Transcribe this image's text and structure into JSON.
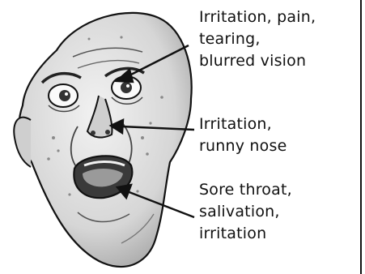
{
  "diagram": {
    "labels": {
      "eyes": {
        "line1": "Irritation, pain,",
        "line2": "tearing,",
        "line3": "blurred vision"
      },
      "nose": {
        "line1": "Irritation,",
        "line2": "runny nose"
      },
      "throat": {
        "line1": "Sore throat,",
        "line2": "salivation,",
        "line3": "irritation"
      }
    }
  },
  "colors": {
    "ink": "#111111",
    "skin_shade": "#d9d9d9",
    "background": "#ffffff"
  }
}
